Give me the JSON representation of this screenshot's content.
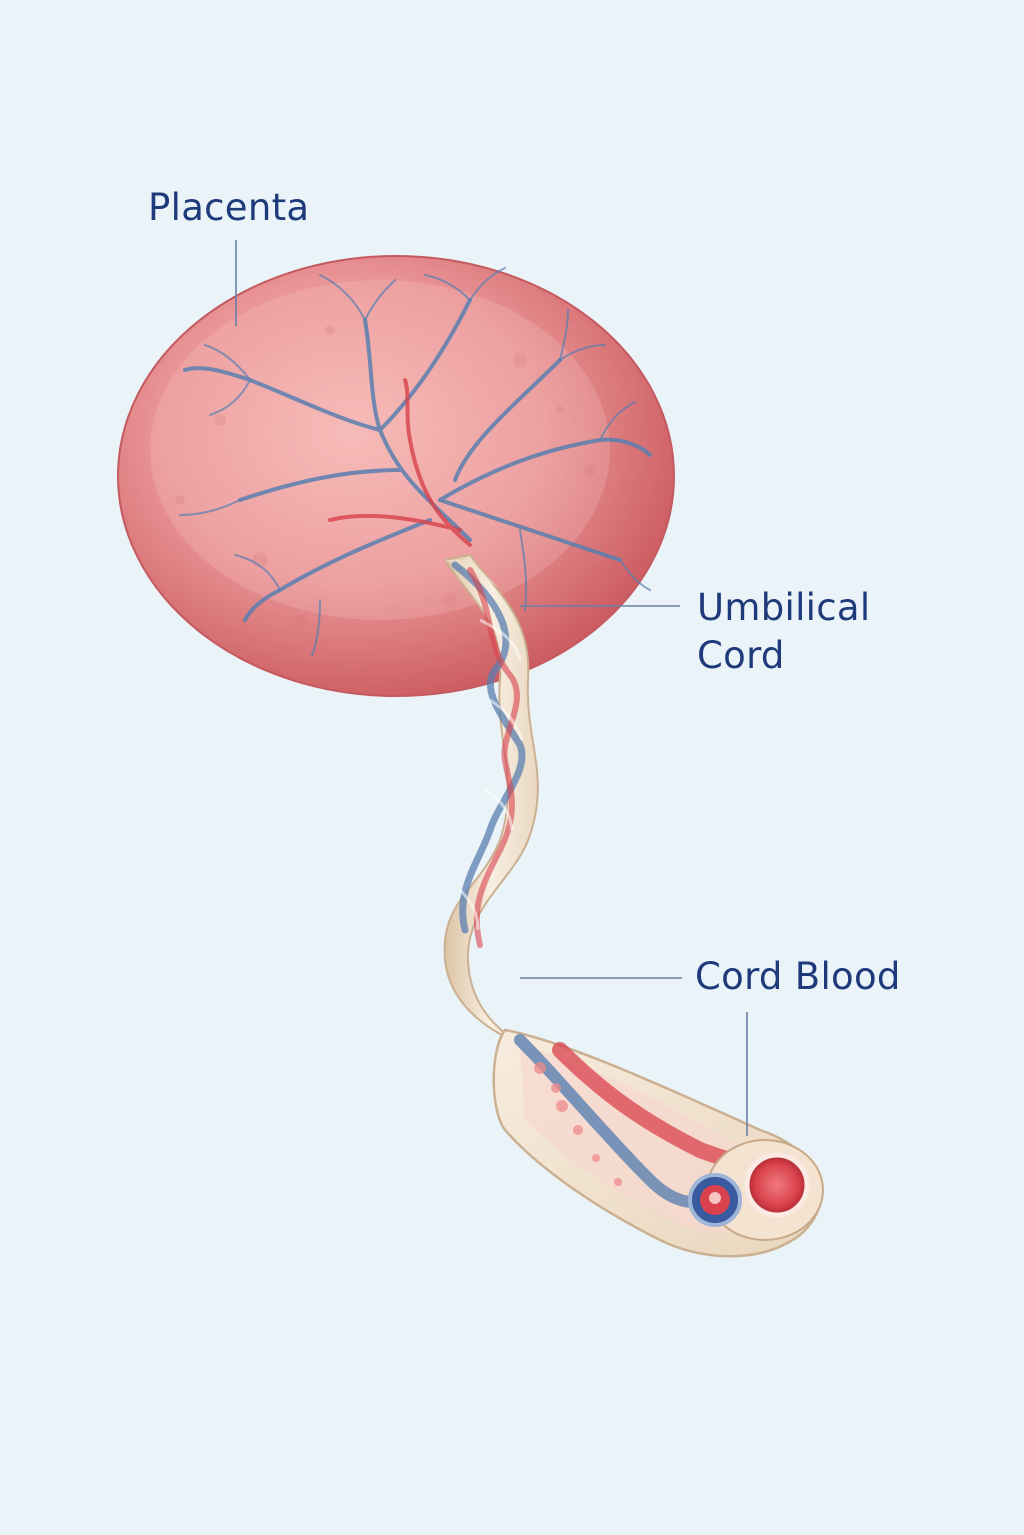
{
  "labels": {
    "placenta": "Placenta",
    "umbilical_line1": "Umbilical",
    "umbilical_line2": "Cord",
    "cord_blood": "Cord Blood"
  },
  "colors": {
    "background": "#eaf4f8",
    "label_text": "#1f3a7a",
    "leader_line": "#6a7fa6",
    "placenta_light": "#f3b0ae",
    "placenta_dark": "#cc5d62",
    "vein_blue": "#5a7fb0",
    "artery_red": "#d9424c",
    "cord_cream": "#f4e6d4",
    "cord_shadow": "#dcc3a6"
  }
}
